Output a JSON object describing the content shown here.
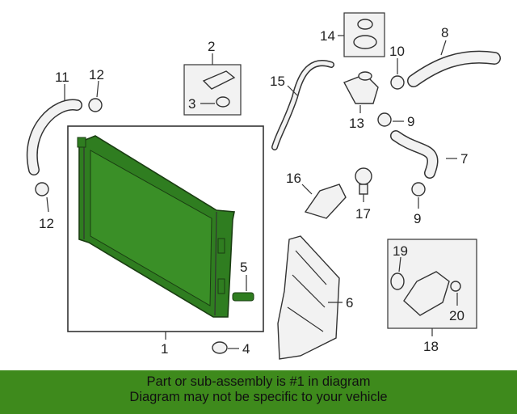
{
  "labels": {
    "p1": "1",
    "p2": "2",
    "p3": "3",
    "p4": "4",
    "p5": "5",
    "p6": "6",
    "p7": "7",
    "p8": "8",
    "p9a": "9",
    "p9b": "9",
    "p10": "10",
    "p11": "11",
    "p12a": "12",
    "p12b": "12",
    "p13": "13",
    "p14": "14",
    "p15": "15",
    "p16": "16",
    "p17": "17",
    "p18": "18",
    "p19": "19",
    "p20": "20"
  },
  "banner": {
    "line1": "Part or sub-assembly is #1 in diagram",
    "line2": "Diagram may not be specific to your vehicle"
  },
  "colors": {
    "radiator": "#2f7d20",
    "banner": "#3e8a1c"
  }
}
